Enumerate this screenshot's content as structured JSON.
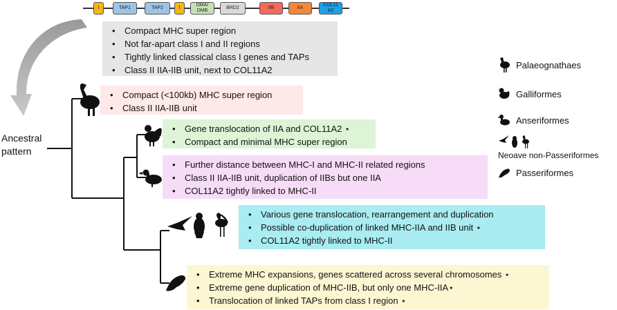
{
  "gene_map": {
    "segments": [
      "I",
      "TAP1",
      "TAP2",
      "I",
      "DMA/\nDMB",
      "BRD2",
      "IIB",
      "IIA",
      "COL11\nA2"
    ],
    "colors": {
      "classI": "#f5b514",
      "tap": "#9dc3e6",
      "dm": "#c6e0b4",
      "brd2": "#d9d9d9",
      "iib": "#f4695a",
      "iia": "#f4883a",
      "col": "#1f9fe8"
    }
  },
  "ancestral": {
    "line1": "Ancestral",
    "line2": "pattern",
    "items": [
      "Compact MHC super region",
      "Not far-apart class I and II regions",
      "Tightly linked classical class I genes and TAPs",
      "Class II IIA-IIB unit, next to COL11A2"
    ]
  },
  "clades": [
    {
      "items": [
        "Compact (<100kb) MHC super region",
        "Class II IIA-IIB unit"
      ]
    },
    {
      "items": [
        "Gene translocation of IIA and COL11A2 ⋆",
        "Compact and minimal MHC super region"
      ]
    },
    {
      "items": [
        "Further distance between MHC-I and MHC-II related regions",
        "Class II IIA-IIB unit, duplication of IIBs but one IIA",
        "COL11A2 tightly linked to MHC-II"
      ]
    },
    {
      "items": [
        "Various gene translocation, rearrangement  and duplication",
        "Possible co-duplication of linked MHC-IIA and IIB unit ⋆",
        "COL11A2 tightly linked to MHC-II"
      ]
    },
    {
      "items": [
        "Extreme MHC expansions, genes scattered across several chromosomes ⋆",
        "Extreme gene duplication of MHC-IIB, but only one MHC-IIA⋆",
        "Translocation of linked TAPs from class I region ⋆"
      ]
    }
  ],
  "legend": {
    "palaeognathae": "Palaeognathaes",
    "galliformes": "Galliformes",
    "anseriformes": "Anseriformes",
    "neoaves": "Neoave non-Passeriformes",
    "passeriformes": "Passeriformes"
  },
  "box_colors": {
    "ancestral": "#e6e6e6",
    "palaeognathae": "#fde9e7",
    "galliformes": "#ddf5d6",
    "anseriformes": "#f7dcf7",
    "neoaves": "#a9ecf2",
    "passeriformes": "#fdf6d2"
  }
}
